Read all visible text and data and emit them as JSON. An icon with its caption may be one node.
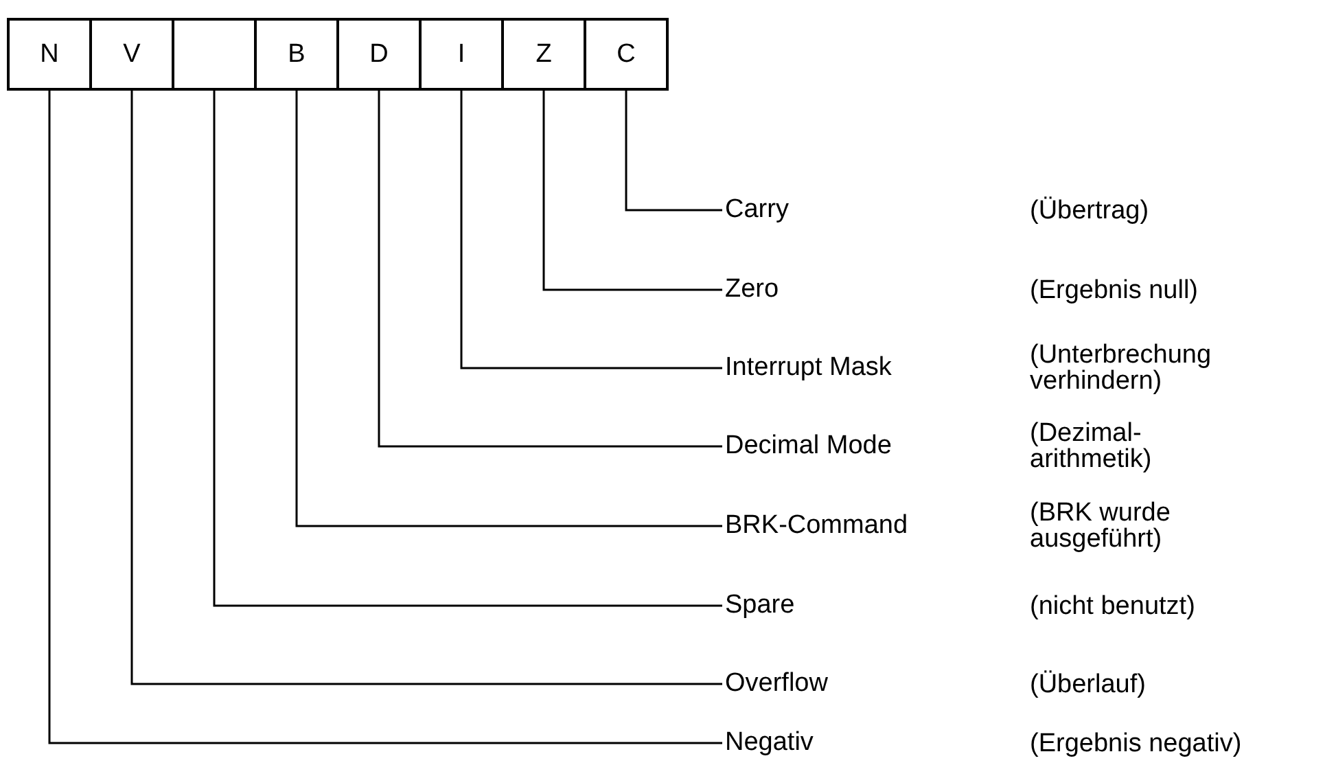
{
  "diagram": {
    "nodes": [
      {
        "text": [
          "N"
        ]
      },
      {
        "text": [
          "V"
        ]
      },
      {
        "text": [],
        "shape": "box"
      },
      {
        "text": [
          "B"
        ]
      },
      {
        "text": [
          "D"
        ]
      },
      {
        "text": [
          "I"
        ]
      },
      {
        "text": [
          "Z"
        ]
      },
      {
        "text": [
          "C"
        ]
      },
      {
        "text": [
          "Carry"
        ]
      },
      {
        "text": [
          "Zero"
        ]
      },
      {
        "text": [
          "Interrupt Mask"
        ]
      },
      {
        "text": [
          "Decimal Mode"
        ]
      },
      {
        "text": [
          "BRK-Command"
        ]
      },
      {
        "text": [
          "Spare"
        ]
      },
      {
        "text": [
          "Overflow"
        ]
      },
      {
        "text": [
          "Negativ"
        ]
      }
    ],
    "edges": [
      {
        "from": 7,
        "to": 8,
        "arrow": "none"
      },
      {
        "from": 6,
        "to": 9,
        "arrow": "none"
      },
      {
        "from": 5,
        "to": 10,
        "arrow": "none"
      },
      {
        "from": 4,
        "to": 11,
        "arrow": "none"
      },
      {
        "from": 3,
        "to": 12,
        "arrow": "none"
      },
      {
        "from": 2,
        "to": 13,
        "arrow": "none"
      },
      {
        "from": 1,
        "to": 14,
        "arrow": "none"
      },
      {
        "from": 0,
        "to": 15,
        "arrow": "none"
      }
    ],
    "labels": [
      "(Übertrag)",
      "(Ergebnis null)",
      "(Unterbrechung verhindern)",
      "(Dezimal-arithmetik)",
      "(BRK wurde ausgeführt)",
      "(nicht benutzt)",
      "(Überlauf)",
      "(Ergebnis negativ)"
    ]
  }
}
